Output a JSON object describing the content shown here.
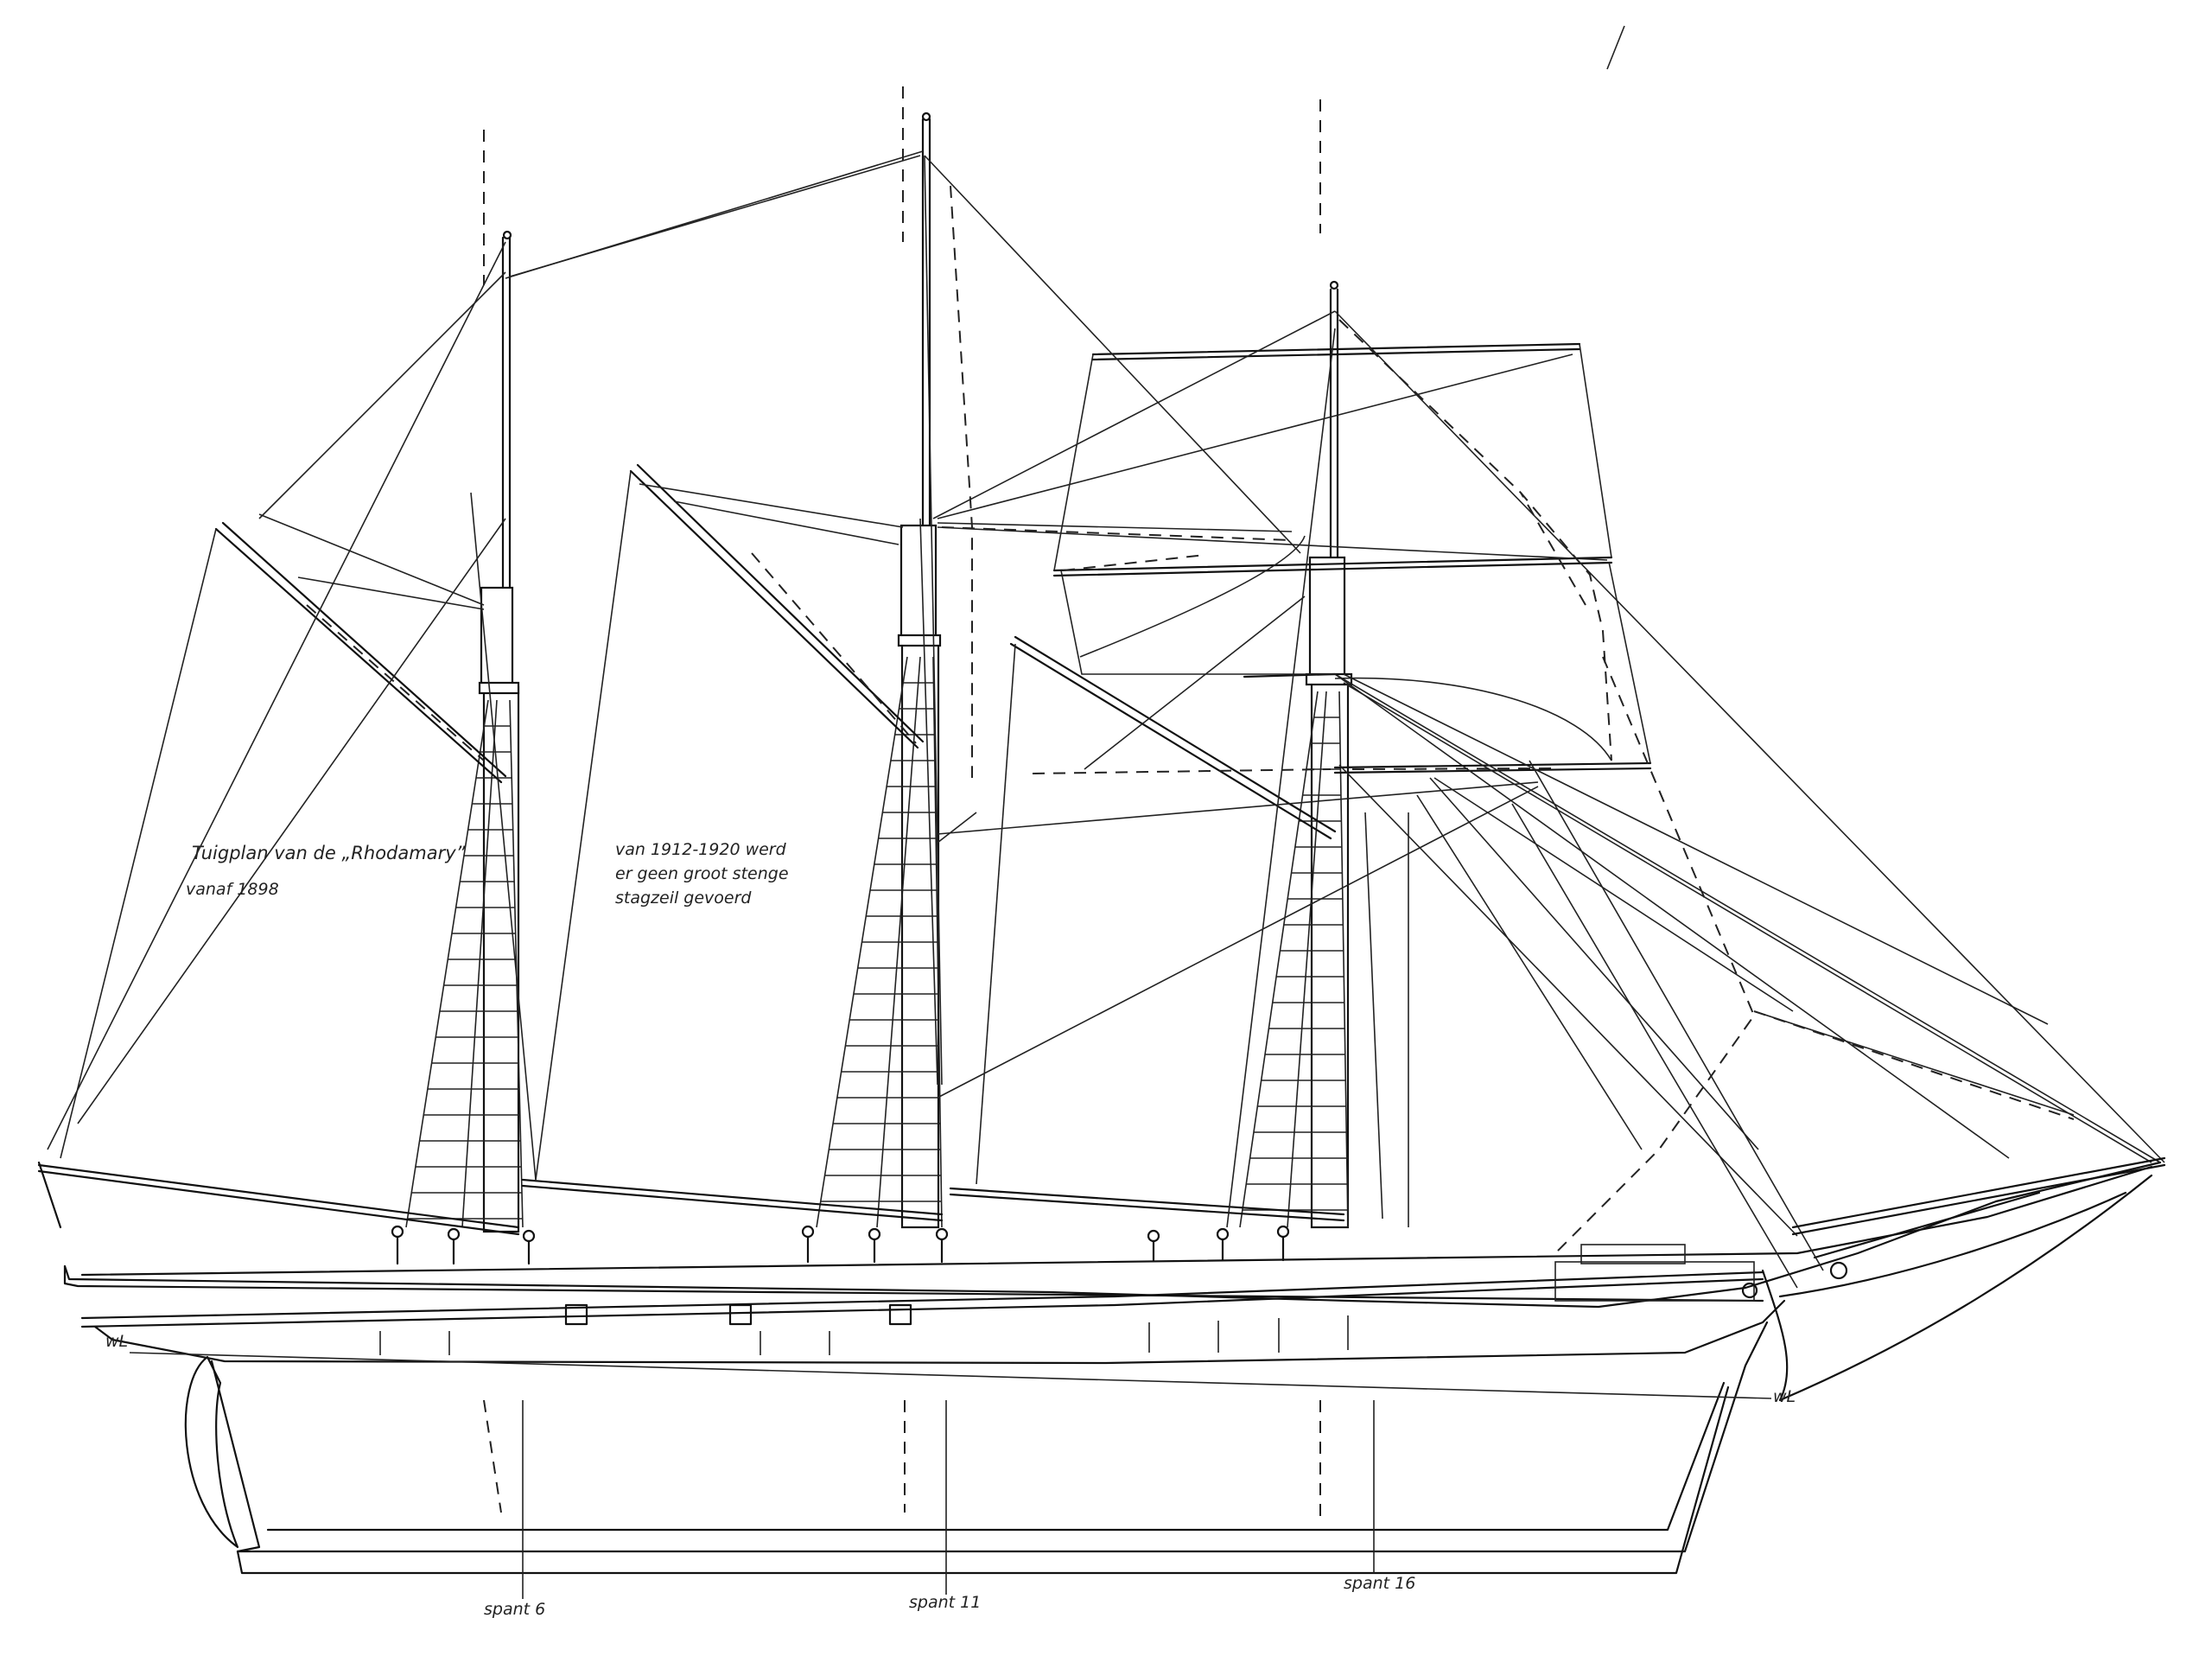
{
  "notes": {
    "title_line1": "Tuigplan van de „Rhodamary”",
    "title_line2": "vanaf 1898",
    "remark_line1": "van 1912-1920 werd",
    "remark_line2": "er geen groot stenge",
    "remark_line3": "stagzeil gevoerd"
  },
  "labels": {
    "wl_left": "wL",
    "wl_right": "wL",
    "spant_6": "spant 6",
    "spant_11": "spant 11",
    "spant_16": "spant 16"
  },
  "colors": {
    "ink": "#111111",
    "paper": "#ffffff"
  }
}
